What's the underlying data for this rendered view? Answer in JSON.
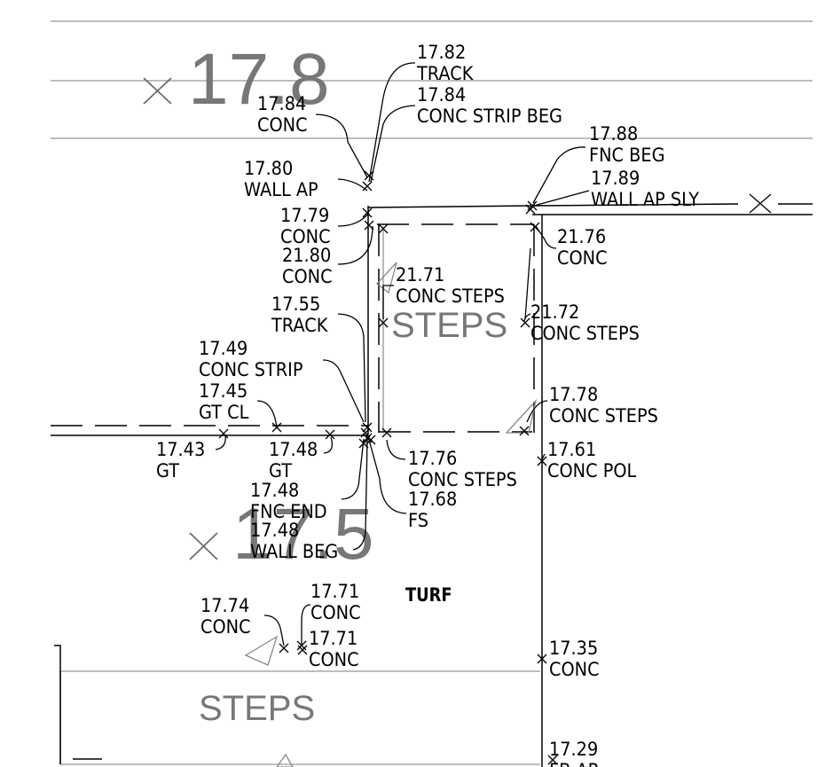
{
  "contours": {
    "upper": "17.8",
    "lower": "17.5"
  },
  "areas": {
    "steps_upper": "STEPS",
    "steps_lower": "STEPS",
    "turf": "TURF"
  },
  "points": [
    {
      "id": "p01",
      "value": "17.82",
      "code": "TRACK"
    },
    {
      "id": "p02",
      "value": "17.84",
      "code": "CONC STRIP BEG"
    },
    {
      "id": "p03",
      "value": "17.84",
      "code": "CONC"
    },
    {
      "id": "p04",
      "value": "17.88",
      "code": "FNC BEG"
    },
    {
      "id": "p05",
      "value": "17.89",
      "code": "WALL AP SLY"
    },
    {
      "id": "p06",
      "value": "17.80",
      "code": "WALL AP"
    },
    {
      "id": "p07",
      "value": "17.79",
      "code": "CONC"
    },
    {
      "id": "p08",
      "value": "21.80",
      "code": "CONC"
    },
    {
      "id": "p09",
      "value": "21.76",
      "code": "CONC"
    },
    {
      "id": "p10",
      "value": "21.71",
      "code": "CONC STEPS"
    },
    {
      "id": "p11",
      "value": "21.72",
      "code": "CONC STEPS"
    },
    {
      "id": "p12",
      "value": "17.55",
      "code": "TRACK"
    },
    {
      "id": "p13",
      "value": "17.49",
      "code": "CONC STRIP"
    },
    {
      "id": "p14",
      "value": "17.45",
      "code": "GT CL"
    },
    {
      "id": "p15",
      "value": "17.78",
      "code": "CONC STEPS"
    },
    {
      "id": "p16",
      "value": "17.43",
      "code": "GT"
    },
    {
      "id": "p17",
      "value": "17.48",
      "code": "GT"
    },
    {
      "id": "p18",
      "value": "17.61",
      "code": "CONC POL"
    },
    {
      "id": "p19",
      "value": "17.76",
      "code": "CONC STEPS"
    },
    {
      "id": "p20",
      "value": "17.48",
      "code": "FNC END"
    },
    {
      "id": "p21",
      "value": "17.68",
      "code": "FS"
    },
    {
      "id": "p22",
      "value": "17.48",
      "code": "WALL BEG"
    },
    {
      "id": "p23",
      "value": "17.74",
      "code": "CONC"
    },
    {
      "id": "p24",
      "value": "17.71",
      "code": "CONC"
    },
    {
      "id": "p25",
      "value": "17.71",
      "code": "CONC"
    },
    {
      "id": "p26",
      "value": "17.35",
      "code": "CONC"
    },
    {
      "id": "p27",
      "value": "17.29",
      "code": "FB AP"
    }
  ]
}
